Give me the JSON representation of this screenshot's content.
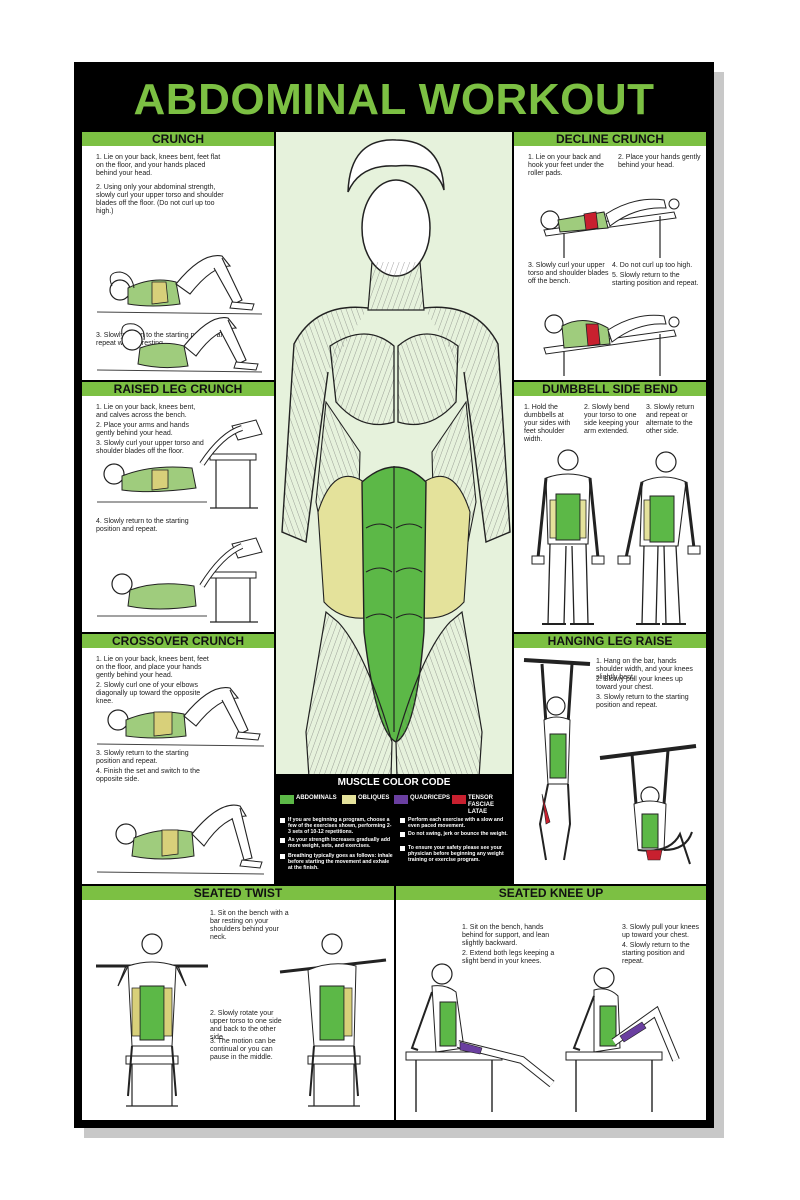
{
  "title": "ABDOMINAL WORKOUT",
  "colors": {
    "accent_green": "#7cc043",
    "abdominals": "#5cb847",
    "obliques": "#e4e29b",
    "quadriceps": "#6a3fa0",
    "tensor": "#c8202f"
  },
  "panels": {
    "crunch": {
      "title": "CRUNCH",
      "steps": [
        "1. Lie on your back, knees bent, feet flat on the floor, and your hands placed behind your head.",
        "2. Using only your abdominal strength, slowly curl your upper torso and shoulder blades off the floor. (Do not curl up too high.)",
        "3. Slowly return to the starting position and repeat without resting."
      ]
    },
    "raised_leg_crunch": {
      "title": "RAISED LEG CRUNCH",
      "steps": [
        "1. Lie on your back, knees bent, and calves across the bench.",
        "2. Place your arms and hands gently behind your head.",
        "3. Slowly curl your upper torso and shoulder blades off the floor.",
        "4. Slowly return to the starting position and repeat."
      ]
    },
    "crossover_crunch": {
      "title": "CROSSOVER CRUNCH",
      "steps": [
        "1. Lie on your back, knees bent, feet on the floor, and place your hands gently behind your head.",
        "2. Slowly curl one of your elbows diagonally up toward the opposite knee.",
        "3. Slowly return to the starting position and repeat.",
        "4. Finish the set and switch to the opposite side."
      ]
    },
    "decline_crunch": {
      "title": "DECLINE CRUNCH",
      "steps": [
        "1. Lie on your back and hook your feet under the roller pads.",
        "2. Place your hands gently behind your head.",
        "3. Slowly curl your upper torso and shoulder blades off the bench.",
        "4. Do not curl up too high.",
        "5. Slowly return to the starting position and repeat."
      ]
    },
    "dumbbell_side_bend": {
      "title": "DUMBBELL SIDE BEND",
      "steps": [
        "1. Hold the dumbbells at your sides with feet shoulder width.",
        "2. Slowly bend your torso to one side keeping your arm extended.",
        "3. Slowly return and repeat or alternate to the other side."
      ]
    },
    "hanging_leg_raise": {
      "title": "HANGING LEG RAISE",
      "steps": [
        "1. Hang on the bar, hands shoulder width, and your knees slightly bent.",
        "2. Slowly pull your knees up toward your chest.",
        "3. Slowly return to the starting position and repeat."
      ]
    },
    "seated_twist": {
      "title": "SEATED TWIST",
      "steps": [
        "1. Sit on the bench with a bar resting on your shoulders behind your neck.",
        "2. Slowly rotate your upper torso to one side and back to the other side.",
        "3. The motion can be continual or you can pause in the middle."
      ]
    },
    "seated_knee_up": {
      "title": "SEATED KNEE UP",
      "steps": [
        "1. Sit on the bench, hands behind for support, and lean slightly backward.",
        "2. Extend both legs keeping a slight bend in your knees.",
        "3. Slowly pull your knees up toward your chest.",
        "4. Slowly return to the starting position and repeat."
      ]
    }
  },
  "muscle_code": {
    "title": "MUSCLE COLOR CODE",
    "abdominals": "ABDOMINALS",
    "obliques": "OBLIQUES",
    "quadriceps": "QUADRICEPS",
    "tensor": "TENSOR FASCIAE LATAE",
    "tips_left": [
      "If you are beginning a program, choose a few of the exercises shown, performing 2-3 sets of 10-12 repetitions.",
      "As your strength increases gradually add more weight, sets, and exercises.",
      "Breathing typically goes as follows: inhale before starting the movement and exhale at the finish."
    ],
    "tips_right": [
      "Perform each exercise with a slow and even paced movement.",
      "Do not swing, jerk or bounce the weight.",
      "To ensure your safety please see your physician before beginning any weight training or exercise program."
    ]
  }
}
